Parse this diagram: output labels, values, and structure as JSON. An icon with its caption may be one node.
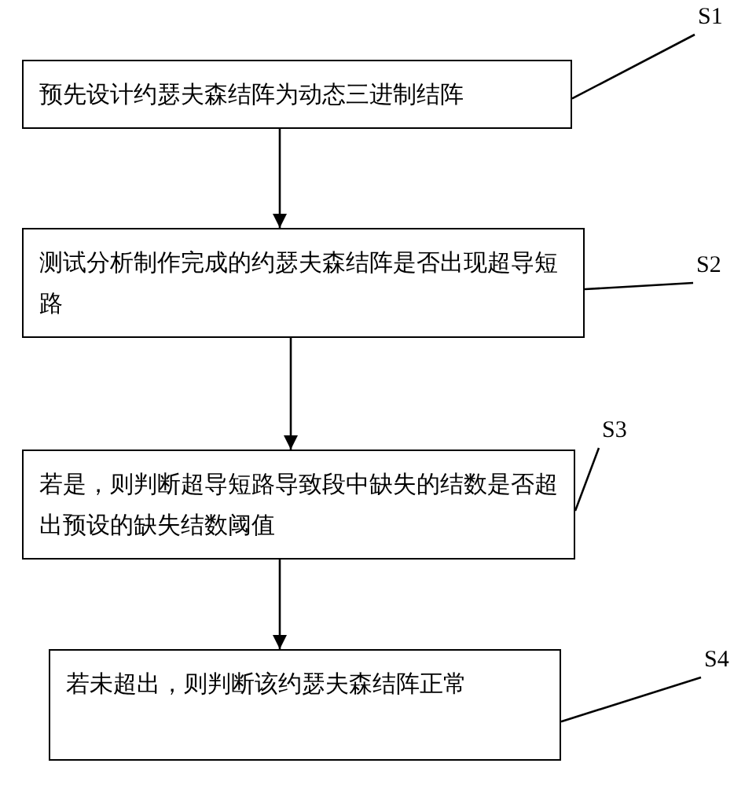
{
  "diagram": {
    "nodes": [
      {
        "text": [
          "预先设计约瑟夫森结阵为动态三进制结阵"
        ]
      },
      {
        "text": [
          "S1"
        ]
      },
      {
        "text": [
          "测试分析制作完成的约瑟夫森结阵是否出现超导短路"
        ]
      },
      {
        "text": [
          "S2"
        ]
      },
      {
        "text": [
          "若是，则判断超导短路导致段中缺失的结数是否超出预设的缺失结数阈值"
        ]
      },
      {
        "text": [
          "S3"
        ]
      },
      {
        "text": [
          "若未超出，则判断该约瑟夫森结阵正常"
        ]
      },
      {
        "text": [
          "S4"
        ]
      }
    ],
    "edges": [
      {
        "from": 0,
        "to": 2,
        "arrow": "to"
      },
      {
        "from": 2,
        "to": 4,
        "arrow": "to"
      },
      {
        "from": 4,
        "to": 6,
        "arrow": "to"
      },
      {
        "from": 1,
        "to": 0,
        "arrow": "none"
      },
      {
        "from": 3,
        "to": 2,
        "arrow": "none"
      },
      {
        "from": 5,
        "to": 4,
        "arrow": "none"
      },
      {
        "from": 7,
        "to": 6,
        "arrow": "none"
      }
    ]
  }
}
